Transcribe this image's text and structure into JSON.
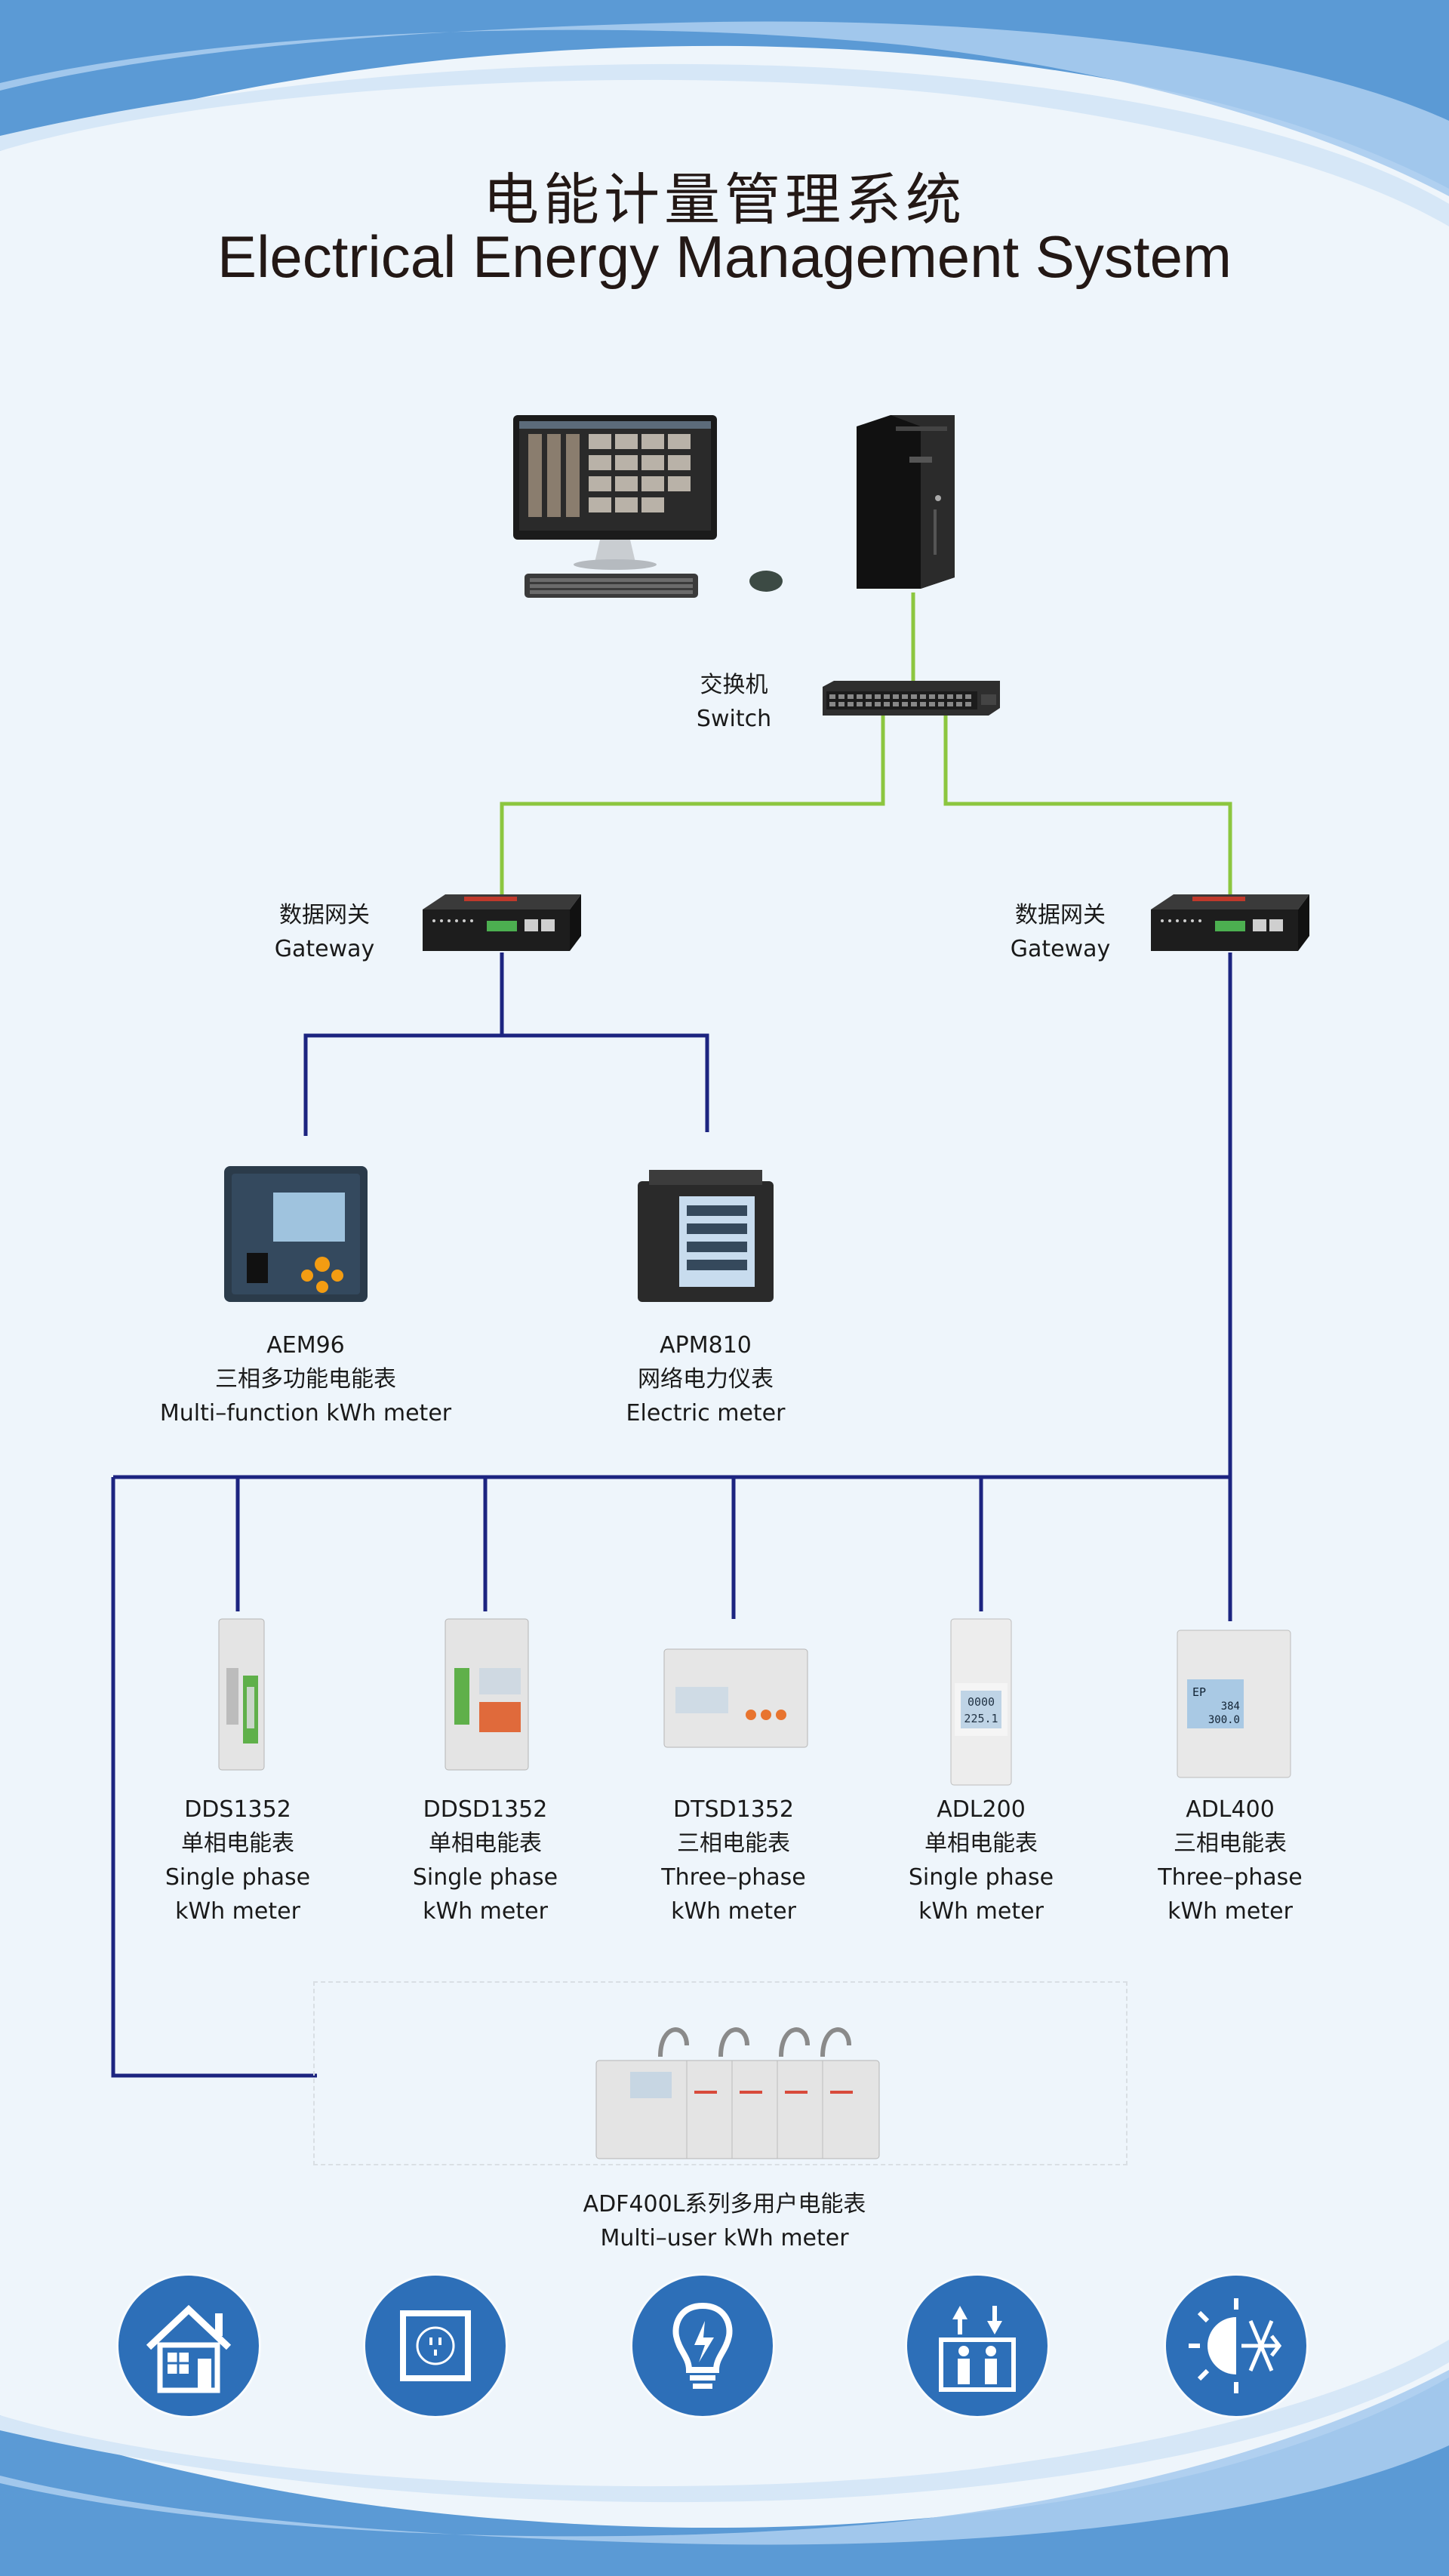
{
  "title": {
    "cn": "电能计量管理系统",
    "en": "Electrical Energy Management System"
  },
  "switch": {
    "cn": "交换机",
    "en": "Switch"
  },
  "gateway_left": {
    "cn": "数据网关",
    "en": "Gateway"
  },
  "gateway_right": {
    "cn": "数据网关",
    "en": "Gateway"
  },
  "meters_upper": [
    {
      "model": "AEM96",
      "cn": "三相多功能电能表",
      "en": "Multi–function kWh meter"
    },
    {
      "model": "APM810",
      "cn": "网络电力仪表",
      "en": "Electric meter"
    }
  ],
  "meters_lower": [
    {
      "model": "DDS1352",
      "cn": "单相电能表",
      "en1": "Single phase",
      "en2": "kWh meter"
    },
    {
      "model": "DDSD1352",
      "cn": "单相电能表",
      "en1": "Single phase",
      "en2": "kWh meter"
    },
    {
      "model": "DTSD1352",
      "cn": "三相电能表",
      "en1": "Three–phase",
      "en2": "kWh meter"
    },
    {
      "model": "ADL200",
      "cn": "单相电能表",
      "en1": "Single phase",
      "en2": "kWh meter"
    },
    {
      "model": "ADL400",
      "cn": "三相电能表",
      "en1": "Three–phase",
      "en2": "kWh meter"
    }
  ],
  "multi_user": {
    "cn": "ADF400L系列多用户电能表",
    "en": "Multi–user kWh meter"
  },
  "meter_screens": {
    "adl200_top": "0000",
    "adl200_bottom": "225.1",
    "adl400_top": "EP",
    "adl400_mid": "384",
    "adl400_bottom": "300.0"
  },
  "colors": {
    "ethernet": "#8cc63f",
    "rs485": "#1c2480",
    "icon_circle": "#2d6fb8"
  },
  "icons": [
    "house-icon",
    "socket-icon",
    "lightbulb-icon",
    "elevator-icon",
    "hvac-icon"
  ]
}
